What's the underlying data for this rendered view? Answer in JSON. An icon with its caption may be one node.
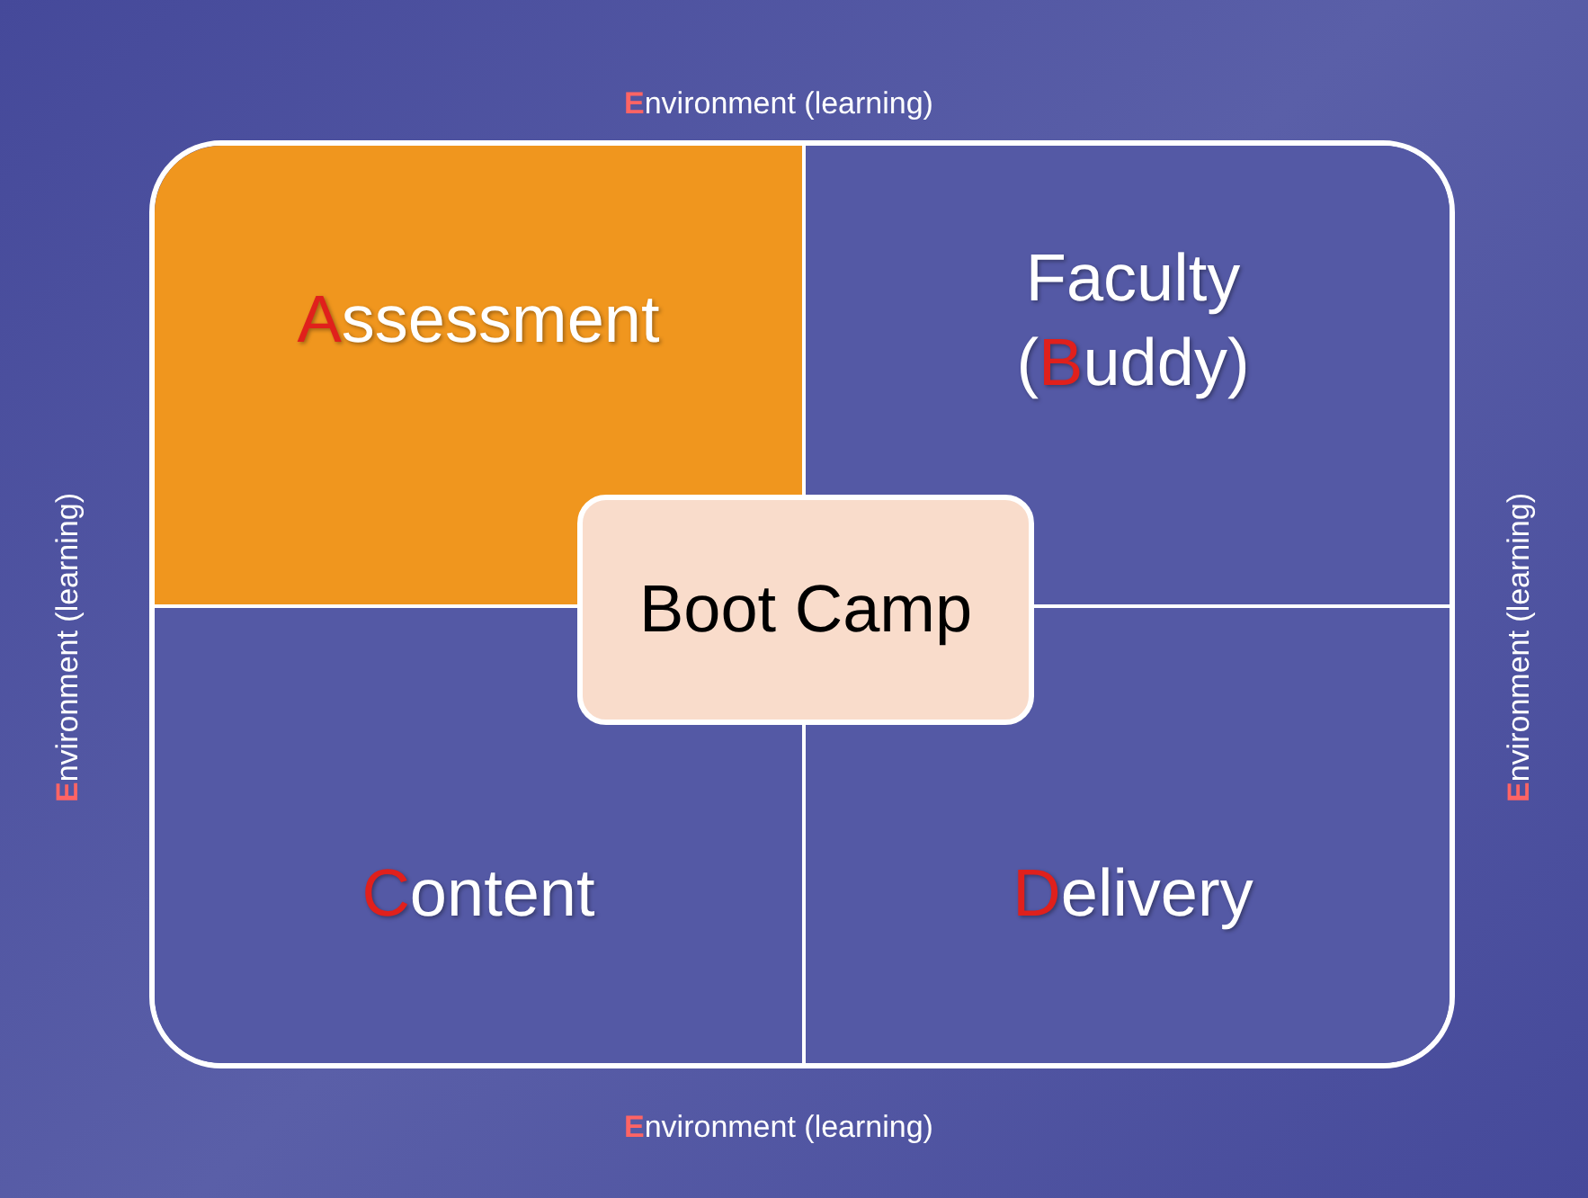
{
  "diagram": {
    "nodes": [
      {
        "text": [],
        "shape": "box"
      },
      {
        "text": [
          "Assessment"
        ],
        "in": 0
      },
      {
        "text": [
          "Faculty",
          "(Buddy)"
        ],
        "in": 0
      },
      {
        "text": [
          "Content"
        ],
        "in": 0
      },
      {
        "text": [
          "Delivery"
        ],
        "in": 0
      },
      {
        "text": [
          "Boot Camp"
        ],
        "in": 0
      }
    ],
    "edges": [],
    "labels": [
      "Environment (learning)",
      "Environment (learning)",
      "Environment (learning)",
      "Environment (learning)"
    ]
  }
}
